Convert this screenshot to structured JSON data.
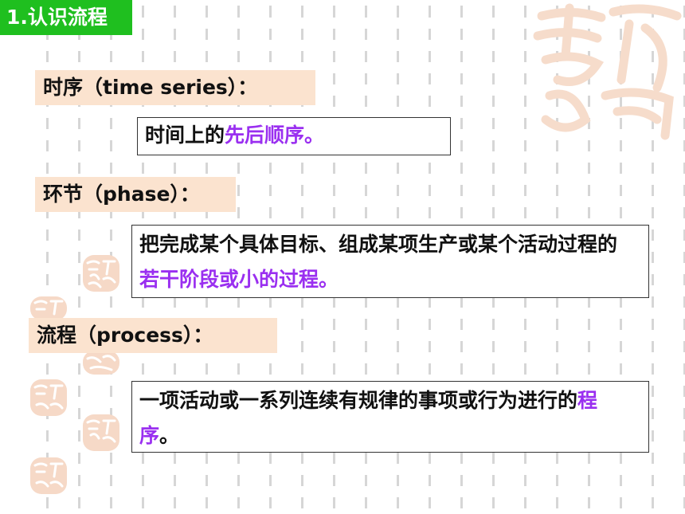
{
  "section": {
    "title": "1.认识流程"
  },
  "terms": [
    {
      "label": "时序（time series）：",
      "definition": {
        "before": "时间上的",
        "highlight": "先后顺序。",
        "after": ""
      }
    },
    {
      "label": "环节（phase）：",
      "definition": {
        "before": "把完成某个具体目标、组成某项生产或某个活动过程的",
        "highlight": "若干阶段或小的过程。",
        "after": ""
      }
    },
    {
      "label": "流程（process）：",
      "definition": {
        "before": "一项活动或一系列连续有规律的事项或行为进行的",
        "highlight": "程序",
        "after": "。"
      }
    }
  ],
  "colors": {
    "section_bg": "#1fbf1f",
    "label_bg": "#fbe3cf",
    "highlight": "#9a2ff0",
    "seal": "#f6d9c7",
    "grid": "#d6d6d6"
  },
  "decorations": [
    "auspicious-seal-icon",
    "watermark-calligraphy-icon"
  ]
}
